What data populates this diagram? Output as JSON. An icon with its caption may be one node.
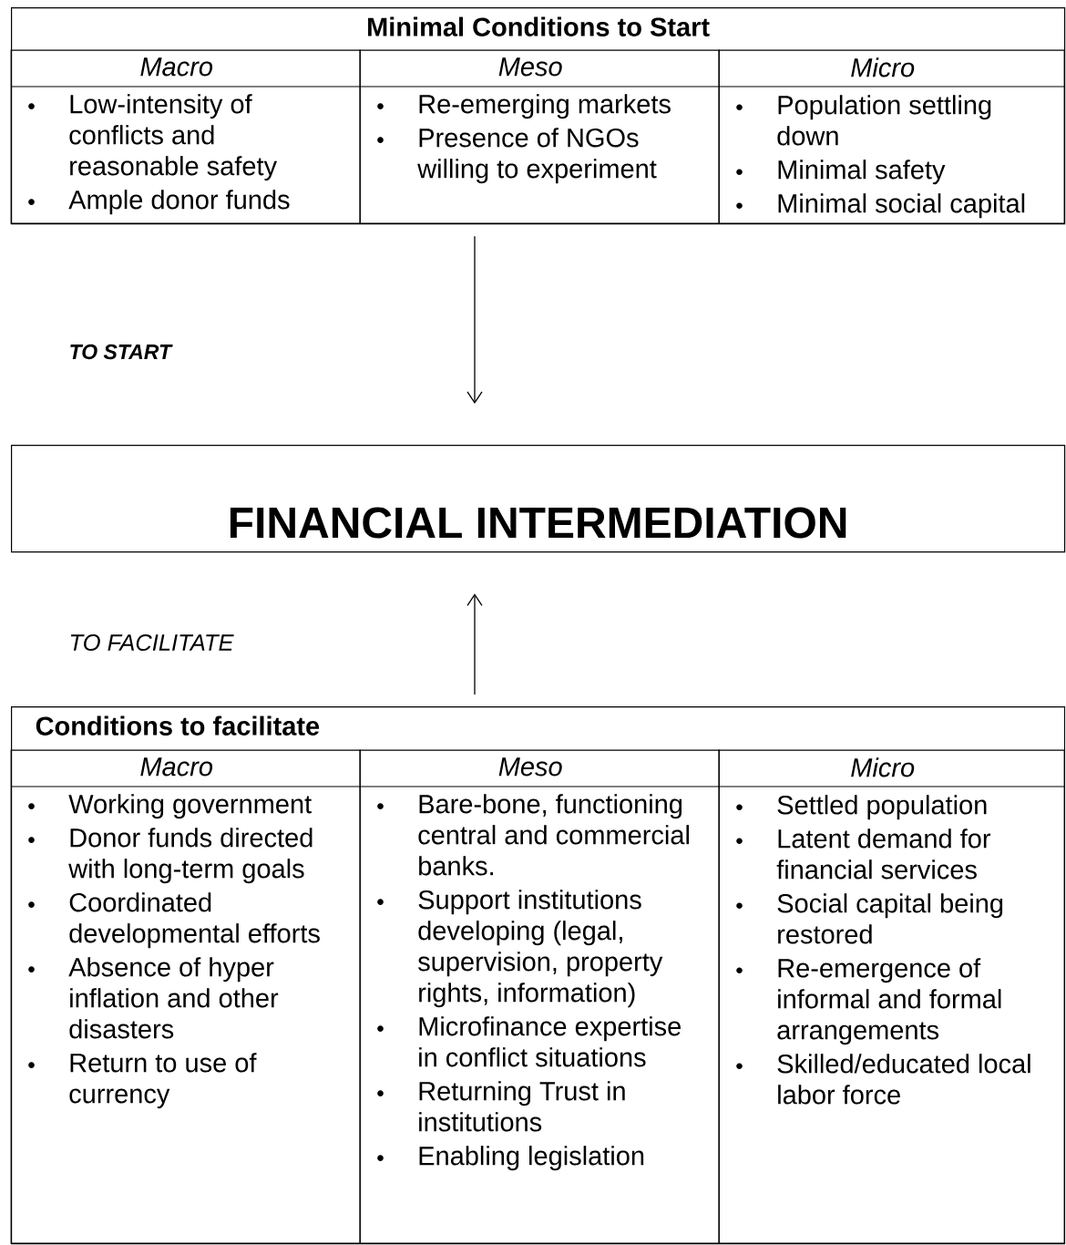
{
  "diagram": {
    "nodes": [
      {
        "text": [
          "Minimal Conditions to Start"
        ]
      },
      {
        "text": [
          "Macro",
          "Low-intensity of conflicts and reasonable safety",
          "Ample donor funds"
        ],
        "in": 0
      },
      {
        "text": [
          "Meso",
          "Re-emerging markets",
          "Presence of NGOs willing to experiment"
        ],
        "in": 0
      },
      {
        "text": [
          "Micro",
          "Population settling down",
          "Minimal safety",
          "Minimal social capital"
        ],
        "in": 0
      },
      {
        "text": [
          "FINANCIAL INTERMEDIATION"
        ]
      },
      {
        "text": [
          "Conditions to facilitate"
        ]
      },
      {
        "text": [
          "Macro",
          "Working government",
          "Donor funds directed with long-term goals",
          "Coordinated developmental efforts",
          "Absence of hyper inflation and other disasters",
          "Return to use of currency"
        ],
        "in": 5
      },
      {
        "text": [
          "Meso",
          "Bare-bone, functioning central and commercial banks.",
          "Support institutions developing (legal, supervision, property rights, information)",
          "Microfinance expertise in conflict situations",
          "Returning Trust in institutions",
          "Enabling legislation"
        ],
        "in": 5
      },
      {
        "text": [
          "Micro",
          "Settled population",
          "Latent demand for financial services",
          "Social capital being restored",
          "Re-emergence of informal and formal arrangements",
          "Skilled/educated local labor force"
        ],
        "in": 5
      }
    ],
    "edges": [
      {
        "from": 0,
        "to": 4,
        "arrow": "to"
      },
      {
        "from": 5,
        "to": 4,
        "arrow": "to"
      }
    ],
    "labels": [
      "TO START",
      "TO FACILITATE"
    ]
  }
}
